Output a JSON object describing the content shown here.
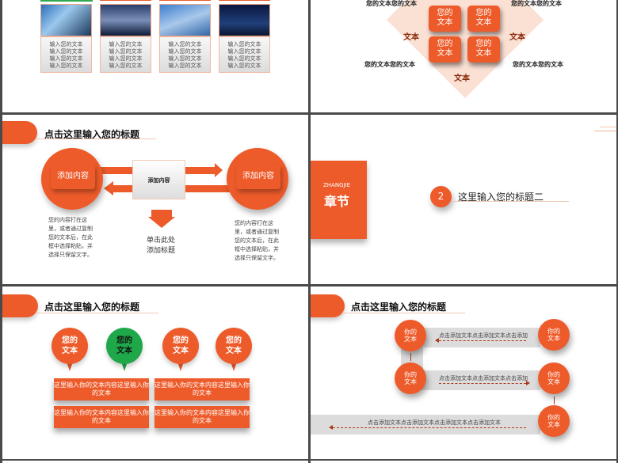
{
  "slide1": {
    "cards": [
      {
        "photo": "glass-towers",
        "lines": [
          "输入您的文本",
          "输入您的文本",
          "输入您的文本",
          "输入您的文本"
        ]
      },
      {
        "photo": "night-highway",
        "lines": [
          "输入您的文本",
          "输入您的文本",
          "输入您的文本",
          "输入您的文本"
        ]
      },
      {
        "photo": "blue-skyscrapers",
        "lines": [
          "输入您的文本",
          "输入您的文本",
          "输入您的文本",
          "输入您的文本"
        ]
      },
      {
        "photo": "city-night-skyline",
        "lines": [
          "输入您的文本",
          "输入您的文本",
          "输入您的文本",
          "输入您的文本"
        ]
      }
    ]
  },
  "slide2": {
    "squares": [
      "您的\n文本",
      "您的\n文本",
      "您的\n文本",
      "您的\n文本"
    ],
    "top_left": "您的文本您的文本",
    "top_right": "您的文本您的文本",
    "bottom_left": "您的文本您的文本",
    "bottom_right": "您的文本您的文本",
    "left": "文本",
    "right": "文本",
    "bottom": "文本"
  },
  "slide3": {
    "title": "点击这里输入您的标题",
    "left_circle": "添加内容",
    "right_circle": "添加内容",
    "center_box": "添加内容",
    "down_label": "单击此处\n添加标题",
    "left_para": "您的内容打在这里，或者通过复制您的文本后，在此框中选择粘贴，并选择只保留文字。",
    "right_para": "您的内容打在这里，或者通过复制您的文本后，在此框中选择粘贴，并选择只保留文字。"
  },
  "slide4": {
    "en": "ZHANGJIE",
    "cn": "章节",
    "number": "2",
    "title": "这里输入您的标题二"
  },
  "slide5": {
    "title": "点击这里输入您的标题",
    "balloons": [
      {
        "text": "您的\n文本",
        "color": "#ee5b2a"
      },
      {
        "text": "您的\n文本",
        "color": "#1fa84a"
      },
      {
        "text": "您的\n文本",
        "color": "#ee5b2a"
      },
      {
        "text": "您的\n文本",
        "color": "#ee5b2a"
      }
    ],
    "boxes": [
      "这里输入你的文本内容这里输入你的文本",
      "这里输入你的文本内容这里输入你的文本",
      "这里输入你的文本内容这里输入你的文本",
      "这里输入你的文本内容这里输入你的文本"
    ]
  },
  "slide6": {
    "title": "点击这里输入您的标题",
    "circles": [
      "你的\n文本",
      "你的\n文本",
      "你的\n文本",
      "你的\n文本",
      "你的\n文本"
    ],
    "row1": "点击添加文本点击添加文本点击添加",
    "row2": "点击添加文本点击添加文本点击添加",
    "row3": "点击添加文本点击添加文本点击添加文本点击添加文本"
  },
  "colors": {
    "accent": "#ee5b2a",
    "green": "#1fa84a"
  }
}
